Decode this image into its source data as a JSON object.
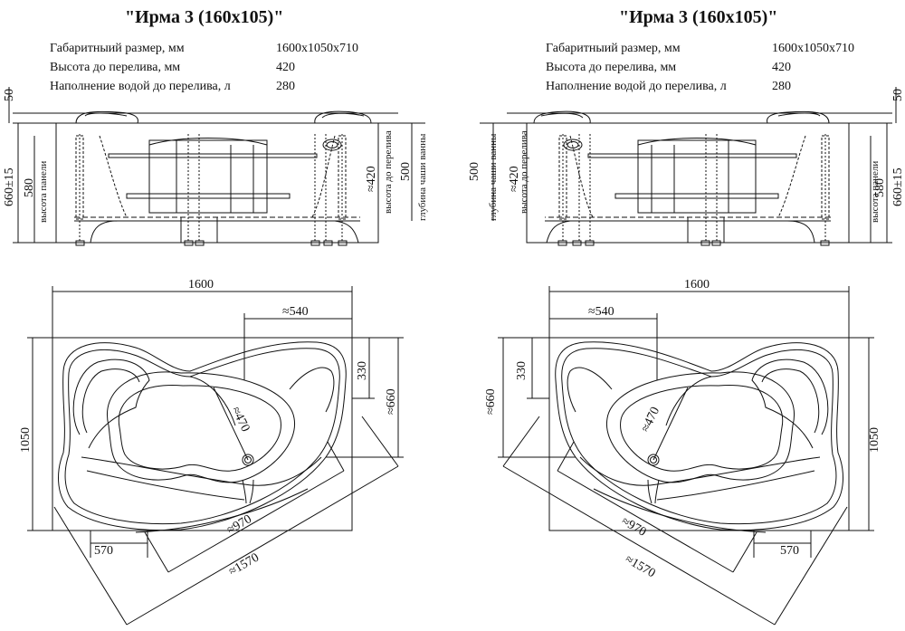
{
  "left": {
    "title": "\"Ирма 3 (160x105)\"",
    "specs": [
      {
        "label": "Габаритныий размер, мм",
        "value": "1600x1050x710"
      },
      {
        "label": "Высота до перелива, мм",
        "value": "420"
      },
      {
        "label": "Наполнение водой до перелива, л",
        "value": "280"
      }
    ]
  },
  "right": {
    "title": "\"Ирма 3 (160x105)\"",
    "specs": [
      {
        "label": "Габаритныий размер, мм",
        "value": "1600x1050x710"
      },
      {
        "label": "Высота до перелива, мм",
        "value": "420"
      },
      {
        "label": "Наполнение водой до перелива, л",
        "value": "280"
      }
    ]
  },
  "side_dims": {
    "top_rim": "50",
    "total_height": "660±15",
    "panel_height": "580",
    "panel_label": "высота панели",
    "overflow_height": "≈420",
    "overflow_label": "высота до перелива",
    "bowl_depth": "500",
    "bowl_label": "глубина чаши ванны"
  },
  "plan_dims": {
    "length": "1600",
    "width": "1050",
    "d540": "≈540",
    "d330": "330",
    "d660": "≈660",
    "d470": "≈470",
    "d970": "≈970",
    "d1570": "≈1570",
    "d570": "570"
  },
  "colors": {
    "line": "#111111",
    "background": "#ffffff"
  }
}
